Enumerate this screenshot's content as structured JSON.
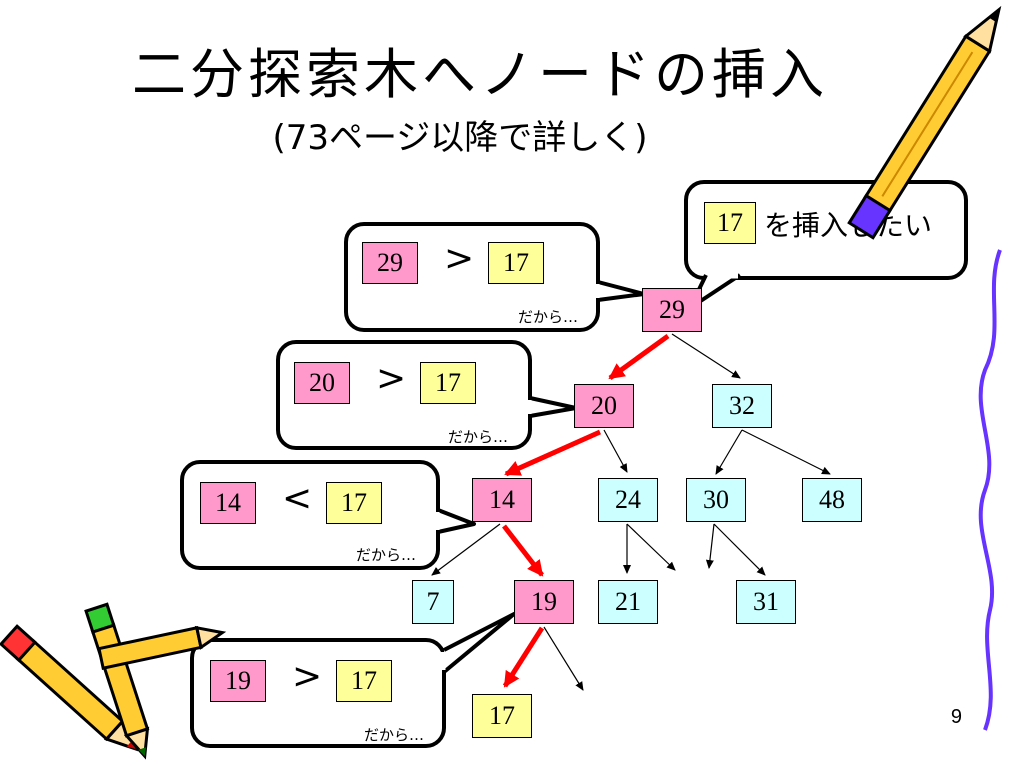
{
  "title": "二分探索木へノードの挿入",
  "subtitle": "(73ページ以降で詳しく)",
  "page_number": "9",
  "insert_callout": {
    "value": "17",
    "text": "を挿入したい"
  },
  "nodes": {
    "n29": "29",
    "n20": "20",
    "n32": "32",
    "n14": "14",
    "n24": "24",
    "n30": "30",
    "n48": "48",
    "n7": "7",
    "n19": "19",
    "n21": "21",
    "n31": "31",
    "n17": "17"
  },
  "comparisons": [
    {
      "left": "29",
      "op": ">",
      "right": "17",
      "note": "だから…"
    },
    {
      "left": "20",
      "op": ">",
      "right": "17",
      "note": "だから…"
    },
    {
      "left": "14",
      "op": "<",
      "right": "17",
      "note": "だから…"
    },
    {
      "left": "19",
      "op": ">",
      "right": "17",
      "note": "だから…"
    }
  ],
  "colors": {
    "visited": "#ff99cc",
    "other": "#ccffff",
    "new": "#ffff99",
    "path_arrow": "#ff0000",
    "edge": "#000000",
    "decor_line": "#6633ff"
  }
}
